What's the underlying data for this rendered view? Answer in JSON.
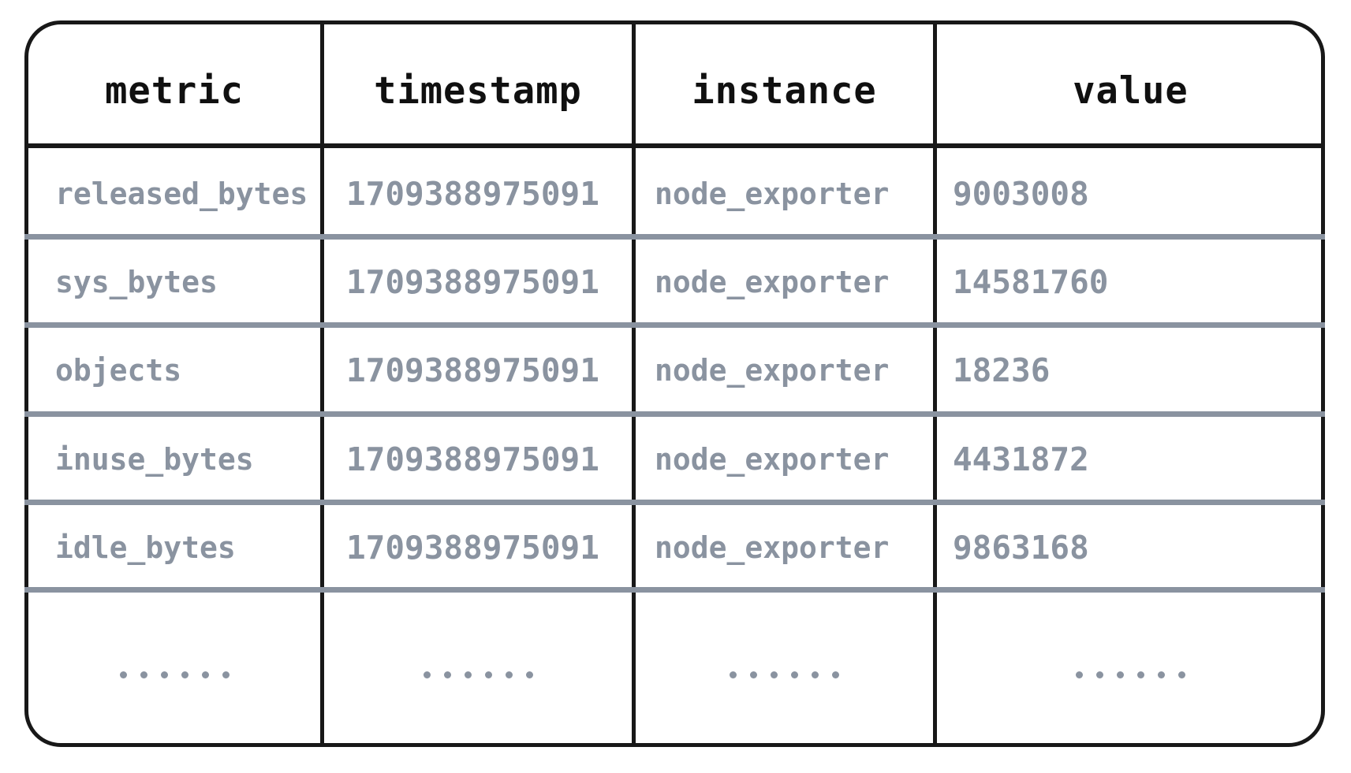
{
  "table": {
    "columns": [
      {
        "key": "metric",
        "label": "metric"
      },
      {
        "key": "timestamp",
        "label": "timestamp"
      },
      {
        "key": "instance",
        "label": "instance"
      },
      {
        "key": "value",
        "label": "value"
      }
    ],
    "rows": [
      {
        "metric": "released_bytes",
        "timestamp": "1709388975091",
        "instance": "node_exporter",
        "value": "9003008"
      },
      {
        "metric": "sys_bytes",
        "timestamp": "1709388975091",
        "instance": "node_exporter",
        "value": "14581760"
      },
      {
        "metric": "objects",
        "timestamp": "1709388975091",
        "instance": "node_exporter",
        "value": "18236"
      },
      {
        "metric": "inuse_bytes",
        "timestamp": "1709388975091",
        "instance": "node_exporter",
        "value": "4431872"
      },
      {
        "metric": "idle_bytes",
        "timestamp": "1709388975091",
        "instance": "node_exporter",
        "value": "9863168"
      }
    ],
    "overflow_row": {
      "metric": "......",
      "timestamp": "......",
      "instance": "......",
      "value": "......"
    }
  },
  "colors": {
    "border": "#181818",
    "header_text": "#101010",
    "data_text": "#8a93a0",
    "row_rule": "#8a93a0",
    "background": "#ffffff"
  }
}
